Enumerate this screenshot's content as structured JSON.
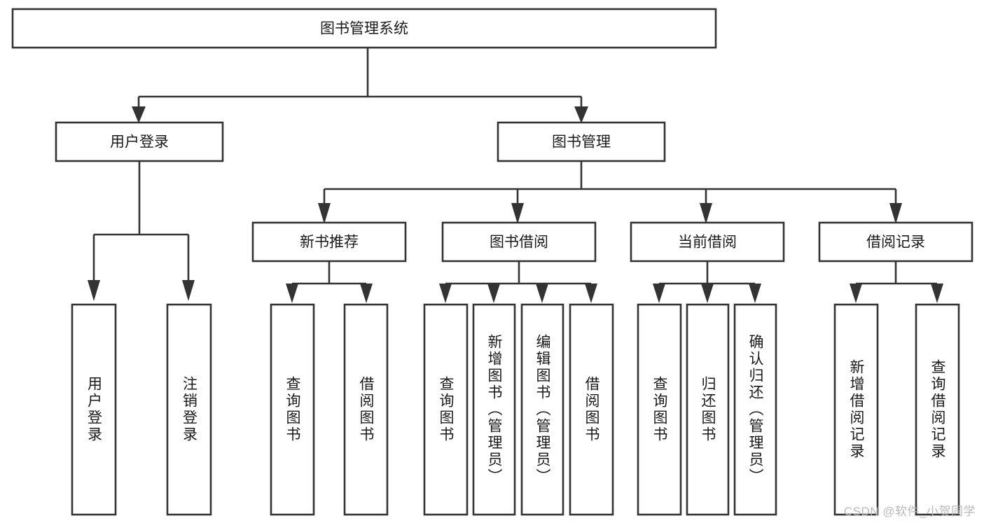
{
  "diagram": {
    "type": "hierarchy-tree",
    "title": "图书管理系统",
    "watermark": "CSDN @软件_小贺同学",
    "colors": {
      "stroke": "#333333",
      "fill": "#ffffff",
      "text": "#1a1a1a",
      "watermark": "#b9b9b9"
    },
    "root": {
      "label": "图书管理系统",
      "level": 0
    },
    "level1": [
      {
        "label": "用户登录"
      },
      {
        "label": "图书管理"
      }
    ],
    "level2": [
      {
        "label": "新书推荐"
      },
      {
        "label": "图书借阅"
      },
      {
        "label": "当前借阅"
      },
      {
        "label": "借阅记录"
      }
    ],
    "leaves": {
      "user_login": [
        {
          "label": "用户登录"
        },
        {
          "label": "注销登录"
        }
      ],
      "new_book_recommend": [
        {
          "label": "查询图书"
        },
        {
          "label": "借阅图书"
        }
      ],
      "book_borrow": [
        {
          "label": "查询图书"
        },
        {
          "label": "新增图书（管理员）"
        },
        {
          "label": "编辑图书（管理员）"
        },
        {
          "label": "借阅图书"
        }
      ],
      "current_borrow": [
        {
          "label": "查询图书"
        },
        {
          "label": "归还图书"
        },
        {
          "label": "确认归还（管理员）"
        }
      ],
      "borrow_record": [
        {
          "label": "新增借阅记录"
        },
        {
          "label": "查询借阅记录"
        }
      ]
    }
  }
}
